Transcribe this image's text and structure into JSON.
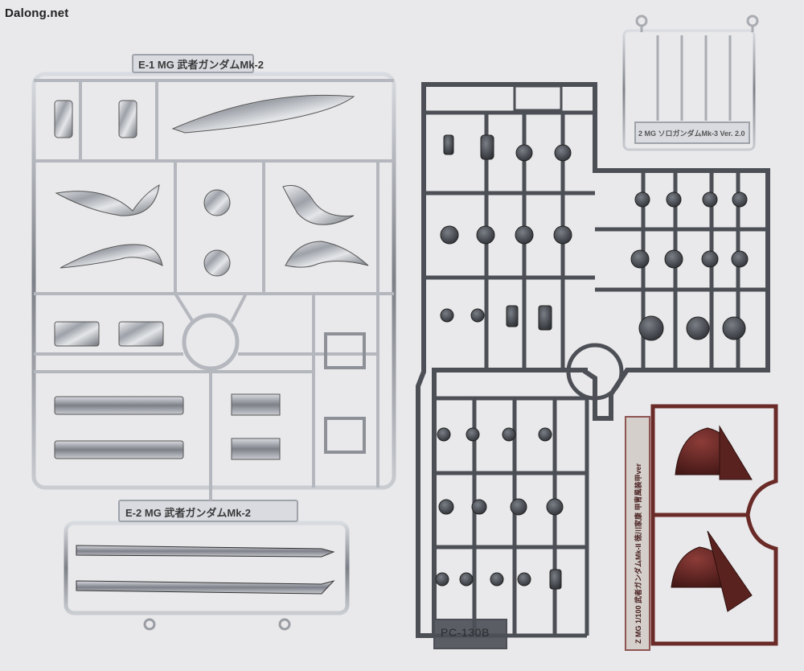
{
  "watermark": "Dalong.net",
  "runners": [
    {
      "label": "E-1",
      "title": "MG 武者ガンダムMk-2"
    },
    {
      "label": "E-2",
      "title": "MG 武者ガンダムMk-2"
    },
    {
      "label": "PC-130B"
    },
    {
      "label": "Z",
      "title": "MG 1/100 武者ガンダムMk-II 徳川家康 甲冑風装甲ver"
    },
    {
      "label": "2",
      "title": "MG ソロガンダムMk-3 Ver. 2.0"
    }
  ],
  "colors": {
    "background": "#e9e9eb",
    "chrome": "#b9bcc2",
    "gray_plastic": "#4c4f55",
    "brown_plastic": "#6a2a27"
  }
}
